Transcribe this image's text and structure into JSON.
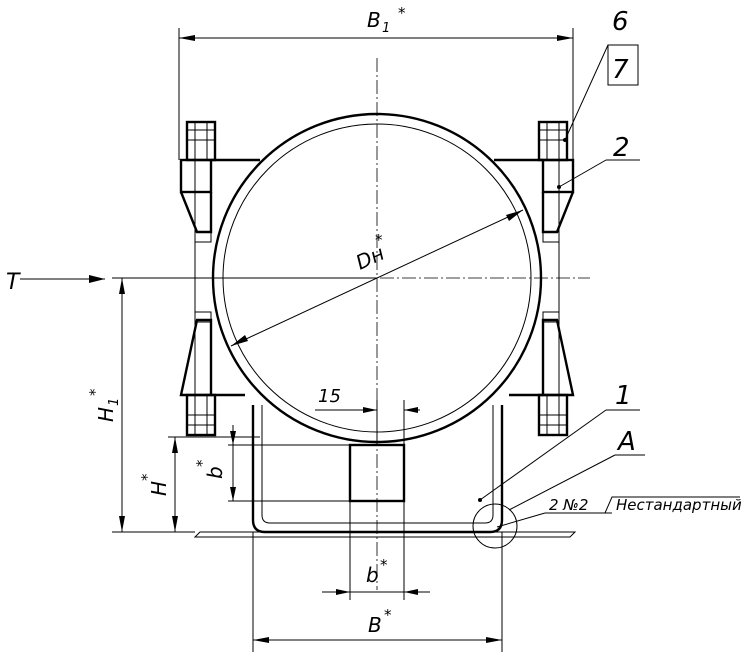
{
  "dimensions": {
    "b1": "B",
    "b1_sub": "1",
    "b1_star": "*",
    "dn": "Dн",
    "dn_star": "*",
    "h1": "H",
    "h1_sub": "1",
    "h1_star": "*",
    "h": "H",
    "h_star": "*",
    "b_small": "b",
    "b_small_star": "*",
    "b_bottom": "b",
    "b_bottom_star": "*",
    "b_big": "B",
    "b_big_star": "*",
    "gap": "15"
  },
  "callouts": {
    "pos6": "6",
    "pos7": "7",
    "pos2": "2",
    "pos1": "1",
    "view_a": "A",
    "weld": "2 №2",
    "nonstandard": "Нестандартный"
  },
  "view_marker": "T"
}
